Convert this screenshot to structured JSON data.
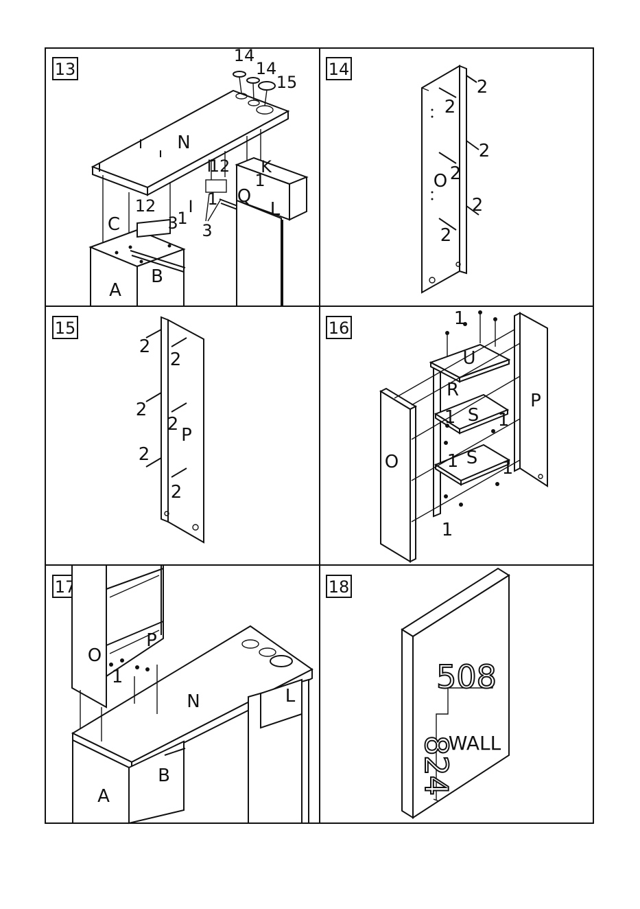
{
  "steps": [
    {
      "number": "13",
      "labels": {
        "n": "N",
        "c": "C",
        "a": "A",
        "b": "B",
        "k": "K",
        "q": "Q",
        "l": "L",
        "i1": "I",
        "i2": "I",
        "p14a": "14",
        "p14b": "14",
        "p15": "15",
        "c12a": "12",
        "c12b": "12",
        "c3a": "3",
        "c1": "1",
        "c3b": "3",
        "c1b": "1",
        "c1c": "1"
      }
    },
    {
      "number": "14",
      "labels": {
        "o": "O",
        "s1": "2",
        "s2": "2",
        "s3": "2",
        "s4": "2",
        "s5": "2",
        "s6": "2"
      }
    },
    {
      "number": "15",
      "labels": {
        "p": "P",
        "s1": "2",
        "s2": "2",
        "s3": "2",
        "s4": "2",
        "s5": "2",
        "s6": "2"
      }
    },
    {
      "number": "16",
      "labels": {
        "u": "U",
        "r": "R",
        "s1": "S",
        "s2": "S",
        "o": "O",
        "p": "P",
        "c1": "1",
        "c2": "1",
        "c3": "1",
        "c4": "1",
        "c5": "1",
        "c6": "1"
      }
    },
    {
      "number": "17",
      "labels": {
        "o": "O",
        "p": "P",
        "n": "N",
        "l": "L",
        "a": "A",
        "b": "B",
        "c1": "1"
      }
    },
    {
      "number": "18",
      "labels": {
        "wall": "WALL",
        "m1": "508",
        "m2": "824"
      }
    }
  ]
}
